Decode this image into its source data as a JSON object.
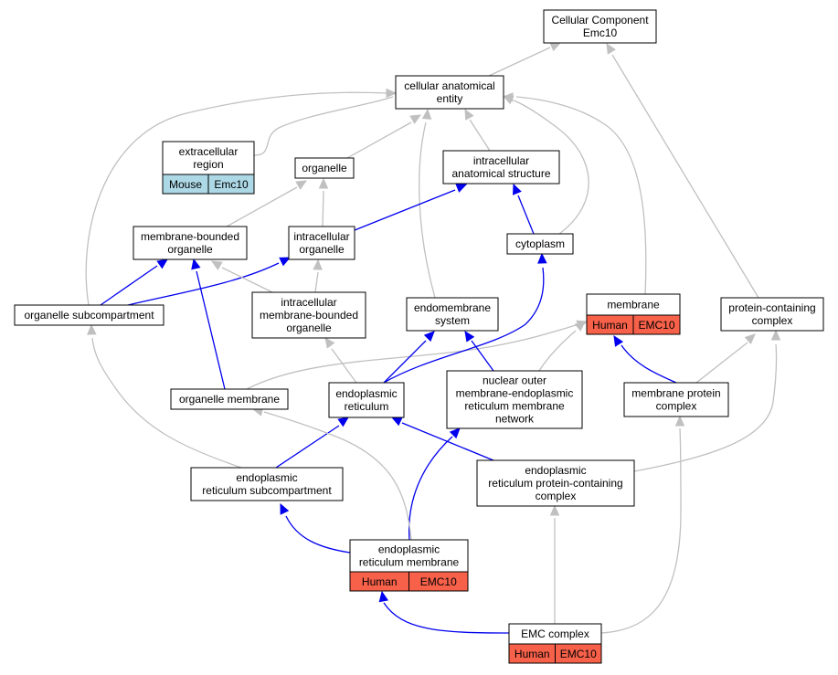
{
  "nodes": {
    "cellular_component": {
      "lines": [
        "Cellular Component",
        "Emc10"
      ]
    },
    "cellular_anatomical_entity": {
      "lines": [
        "cellular anatomical",
        "entity"
      ]
    },
    "extracellular_region": {
      "lines": [
        "extracellular",
        "region"
      ],
      "cells": [
        "Mouse",
        "Emc10"
      ],
      "cell_style": "mouse"
    },
    "organelle": {
      "lines": [
        "organelle"
      ]
    },
    "intracellular_anatomical_structure": {
      "lines": [
        "intracellular",
        "anatomical structure"
      ]
    },
    "membrane_bounded_organelle": {
      "lines": [
        "membrane-bounded",
        "organelle"
      ]
    },
    "intracellular_organelle": {
      "lines": [
        "intracellular",
        "organelle"
      ]
    },
    "cytoplasm": {
      "lines": [
        "cytoplasm"
      ]
    },
    "organelle_subcompartment": {
      "lines": [
        "organelle subcompartment"
      ]
    },
    "intracellular_membrane_bounded_organelle": {
      "lines": [
        "intracellular",
        "membrane-bounded",
        "organelle"
      ]
    },
    "endomembrane_system": {
      "lines": [
        "endomembrane",
        "system"
      ]
    },
    "membrane": {
      "lines": [
        "membrane"
      ],
      "cells": [
        "Human",
        "EMC10"
      ],
      "cell_style": "human"
    },
    "protein_containing_complex": {
      "lines": [
        "protein-containing",
        "complex"
      ]
    },
    "organelle_membrane": {
      "lines": [
        "organelle membrane"
      ]
    },
    "endoplasmic_reticulum": {
      "lines": [
        "endoplasmic",
        "reticulum"
      ]
    },
    "nuclear_outer_membrane_er_network": {
      "lines": [
        "nuclear outer",
        "membrane-endoplasmic",
        "reticulum membrane",
        "network"
      ]
    },
    "membrane_protein_complex": {
      "lines": [
        "membrane protein",
        "complex"
      ]
    },
    "er_subcompartment": {
      "lines": [
        "endoplasmic",
        "reticulum subcompartment"
      ]
    },
    "er_protein_containing_complex": {
      "lines": [
        "endoplasmic",
        "reticulum protein-containing",
        "complex"
      ]
    },
    "er_membrane": {
      "lines": [
        "endoplasmic",
        "reticulum membrane"
      ],
      "cells": [
        "Human",
        "EMC10"
      ],
      "cell_style": "human"
    },
    "emc_complex": {
      "lines": [
        "EMC complex"
      ],
      "cells": [
        "Human",
        "EMC10"
      ],
      "cell_style": "human"
    }
  },
  "edges": [
    {
      "from": "cellular_anatomical_entity",
      "to": "cellular_component",
      "color": "grey"
    },
    {
      "from": "protein_containing_complex",
      "to": "cellular_component",
      "color": "grey"
    },
    {
      "from": "extracellular_region",
      "to": "cellular_anatomical_entity",
      "color": "grey"
    },
    {
      "from": "organelle",
      "to": "cellular_anatomical_entity",
      "color": "grey"
    },
    {
      "from": "intracellular_anatomical_structure",
      "to": "cellular_anatomical_entity",
      "color": "grey"
    },
    {
      "from": "organelle_subcompartment",
      "to": "cellular_anatomical_entity",
      "color": "grey"
    },
    {
      "from": "endomembrane_system",
      "to": "cellular_anatomical_entity",
      "color": "grey"
    },
    {
      "from": "cytoplasm",
      "to": "cellular_anatomical_entity",
      "color": "grey"
    },
    {
      "from": "membrane",
      "to": "cellular_anatomical_entity",
      "color": "grey"
    },
    {
      "from": "membrane_bounded_organelle",
      "to": "organelle",
      "color": "grey"
    },
    {
      "from": "intracellular_organelle",
      "to": "organelle",
      "color": "grey"
    },
    {
      "from": "intracellular_organelle",
      "to": "intracellular_anatomical_structure",
      "color": "blue"
    },
    {
      "from": "cytoplasm",
      "to": "intracellular_anatomical_structure",
      "color": "blue"
    },
    {
      "from": "organelle_subcompartment",
      "to": "membrane_bounded_organelle",
      "color": "blue"
    },
    {
      "from": "organelle_subcompartment",
      "to": "intracellular_organelle",
      "color": "blue"
    },
    {
      "from": "intracellular_membrane_bounded_organelle",
      "to": "membrane_bounded_organelle",
      "color": "grey"
    },
    {
      "from": "intracellular_membrane_bounded_organelle",
      "to": "intracellular_organelle",
      "color": "grey"
    },
    {
      "from": "organelle_membrane",
      "to": "membrane_bounded_organelle",
      "color": "blue"
    },
    {
      "from": "organelle_membrane",
      "to": "membrane",
      "color": "grey"
    },
    {
      "from": "endoplasmic_reticulum",
      "to": "intracellular_membrane_bounded_organelle",
      "color": "grey"
    },
    {
      "from": "endoplasmic_reticulum",
      "to": "endomembrane_system",
      "color": "blue"
    },
    {
      "from": "endoplasmic_reticulum",
      "to": "cytoplasm",
      "color": "blue"
    },
    {
      "from": "nuclear_outer_membrane_er_network",
      "to": "endomembrane_system",
      "color": "blue"
    },
    {
      "from": "nuclear_outer_membrane_er_network",
      "to": "membrane",
      "color": "grey"
    },
    {
      "from": "membrane_protein_complex",
      "to": "membrane",
      "color": "blue"
    },
    {
      "from": "membrane_protein_complex",
      "to": "protein_containing_complex",
      "color": "grey"
    },
    {
      "from": "er_subcompartment",
      "to": "organelle_subcompartment",
      "color": "grey"
    },
    {
      "from": "er_subcompartment",
      "to": "endoplasmic_reticulum",
      "color": "blue"
    },
    {
      "from": "er_protein_containing_complex",
      "to": "endoplasmic_reticulum",
      "color": "blue"
    },
    {
      "from": "er_protein_containing_complex",
      "to": "protein_containing_complex",
      "color": "grey"
    },
    {
      "from": "er_membrane",
      "to": "er_subcompartment",
      "color": "blue"
    },
    {
      "from": "er_membrane",
      "to": "nuclear_outer_membrane_er_network",
      "color": "blue"
    },
    {
      "from": "er_membrane",
      "to": "organelle_membrane",
      "color": "grey"
    },
    {
      "from": "emc_complex",
      "to": "er_membrane",
      "color": "blue"
    },
    {
      "from": "emc_complex",
      "to": "er_protein_containing_complex",
      "color": "grey"
    },
    {
      "from": "emc_complex",
      "to": "membrane_protein_complex",
      "color": "grey"
    }
  ]
}
